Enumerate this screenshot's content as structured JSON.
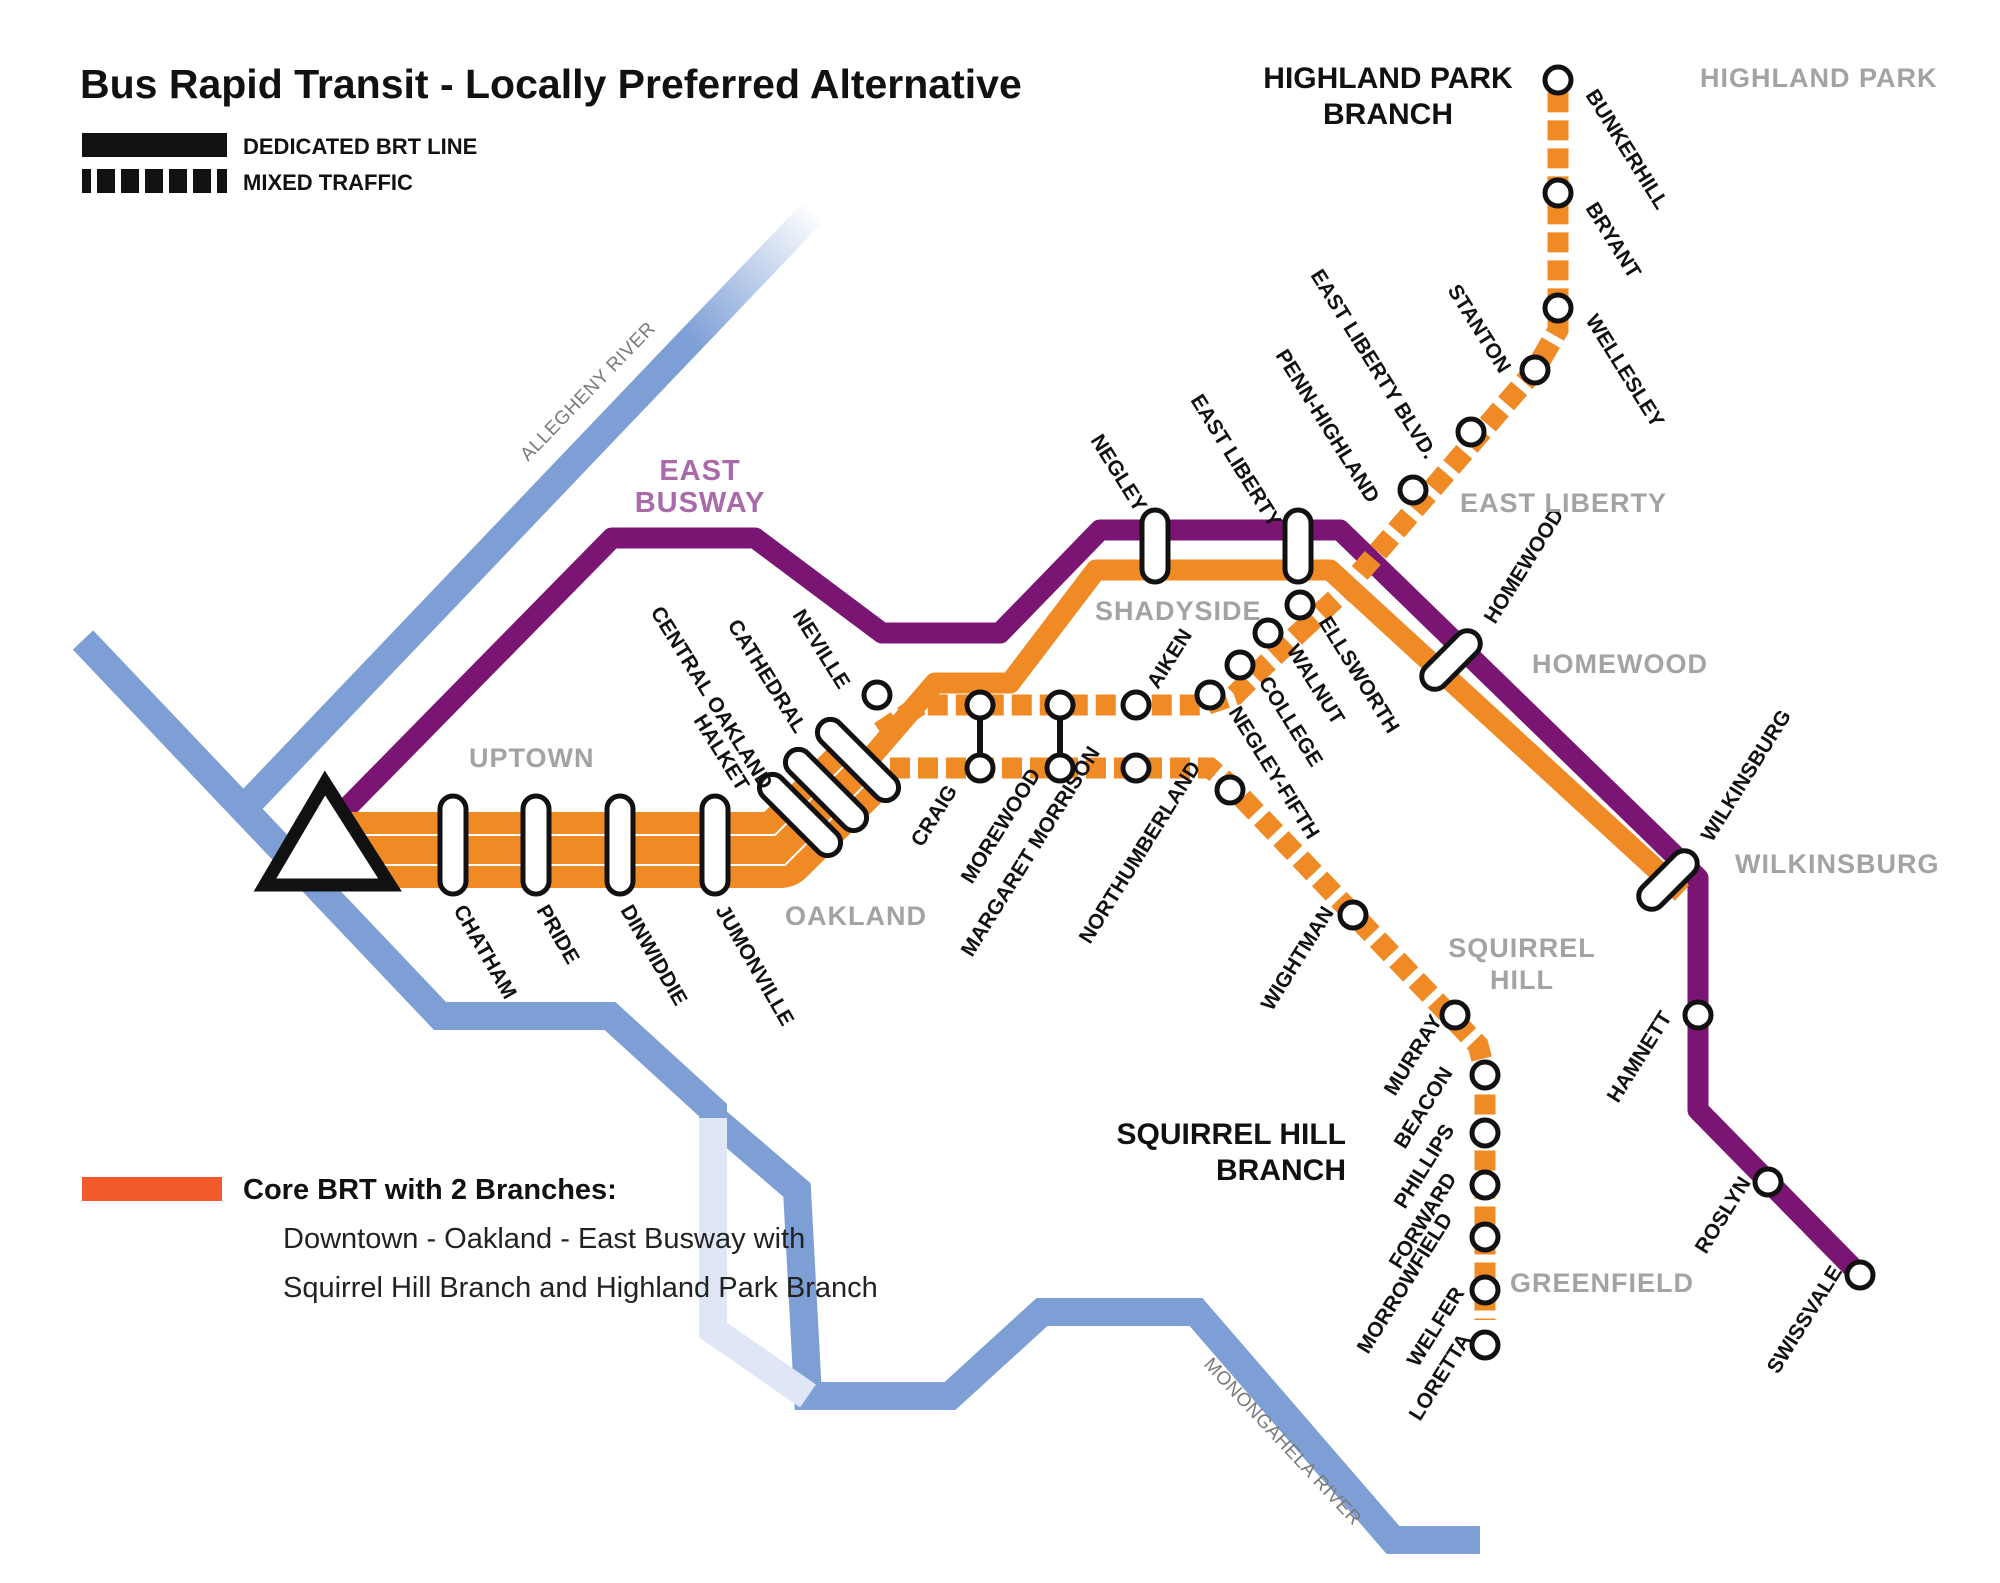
{
  "title": "Bus Rapid Transit - Locally Preferred Alternative",
  "legend": {
    "dedicated": "DEDICATED BRT LINE",
    "mixed": "MIXED TRAFFIC",
    "core_heading": "Core BRT with 2 Branches:",
    "core_desc_line1": "Downtown - Oakland - East Busway with",
    "core_desc_line2": "Squirrel Hill Branch and Highland Park Branch"
  },
  "colors": {
    "brt": "#f08a24",
    "busway": "#7b1574",
    "river": "#7d9fd6",
    "legend_core": "#f15a2b",
    "area_text": "#a3a3a3",
    "busway_text": "#a86aa8"
  },
  "rivers": {
    "allegheny": "ALLEGHENY RIVER",
    "monongahela": "MONONGAHELA RIVER"
  },
  "lines": {
    "busway": {
      "line1": "EAST",
      "line2": "BUSWAY"
    },
    "highland_branch": {
      "line1": "HIGHLAND PARK",
      "line2": "BRANCH"
    },
    "squirrel_branch": {
      "line1": "SQUIRREL HILL",
      "line2": "BRANCH"
    }
  },
  "areas": {
    "highland_park": "HIGHLAND PARK",
    "east_liberty": "EAST LIBERTY",
    "shadyside": "SHADYSIDE",
    "homewood": "HOMEWOOD",
    "wilkinsburg": "WILKINSBURG",
    "uptown": "UPTOWN",
    "oakland": "OAKLAND",
    "squirrel_hill_1": "SQUIRREL",
    "squirrel_hill_2": "HILL",
    "greenfield": "GREENFIELD"
  },
  "stations": {
    "chatham": "CHATHAM",
    "pride": "PRIDE",
    "dinwiddie": "DINWIDDIE",
    "jumonville": "JUMONVILLE",
    "halket": "HALKET",
    "central_oakland": "CENTRAL OAKLAND",
    "cathedral": "CATHEDRAL",
    "neville": "NEVILLE",
    "craig": "CRAIG",
    "morewood": "MOREWOOD",
    "margaret_morrison": "MARGARET MORRISON",
    "northumberland": "NORTHUMBERLAND",
    "aiken": "AIKEN",
    "negley_fifth": "NEGLEY-FIFTH",
    "college": "COLLEGE",
    "walnut": "WALNUT",
    "ellsworth": "ELLSWORTH",
    "negley": "NEGLEY",
    "east_liberty": "EAST LIBERTY",
    "penn_highland": "PENN-HIGHLAND",
    "east_liberty_blvd": "EAST LIBERTY BLVD.",
    "stanton": "STANTON",
    "wellesley": "WELLESLEY",
    "bryant": "BRYANT",
    "bunkerhill": "BUNKERHILL",
    "homewood": "HOMEWOOD",
    "wilkinsburg": "WILKINSBURG",
    "hamnett": "HAMNETT",
    "roslyn": "ROSLYN",
    "swissvale": "SWISSVALE",
    "wightman": "WIGHTMAN",
    "murray": "MURRAY",
    "beacon": "BEACON",
    "phillips": "PHILLIPS",
    "forward": "FORWARD",
    "morrowfield": "MORROWFIELD",
    "welfer": "WELFER",
    "loretta": "LORETTA"
  }
}
